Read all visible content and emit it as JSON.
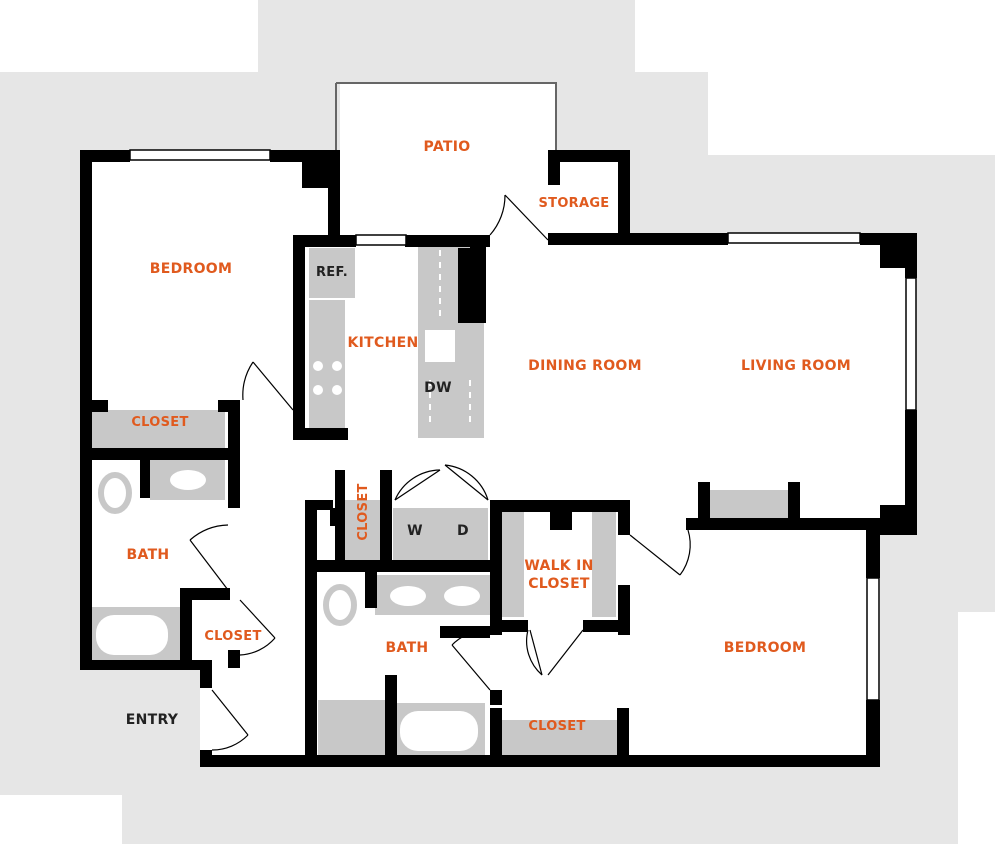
{
  "floorplan": {
    "rooms": {
      "patio": "PATIO",
      "storage": "STORAGE",
      "bedroom1": "BEDROOM",
      "ref": "REF.",
      "kitchen": "KITCHEN",
      "dw": "DW",
      "dining": "DINING ROOM",
      "living": "LIVING ROOM",
      "closet1": "CLOSET",
      "bath1": "BATH",
      "closet2": "CLOSET",
      "entry": "ENTRY",
      "closet3": "CLOSET",
      "washer": "W",
      "dryer": "D",
      "walkin1": "WALK IN",
      "walkin2": "CLOSET",
      "bath2": "BATH",
      "bedroom2": "BEDROOM",
      "closet4": "CLOSET"
    },
    "colors": {
      "wall": "#000000",
      "exterior": "#e6e6e6",
      "fixture": "#c8c8c8",
      "label": "#e05a1e"
    }
  }
}
